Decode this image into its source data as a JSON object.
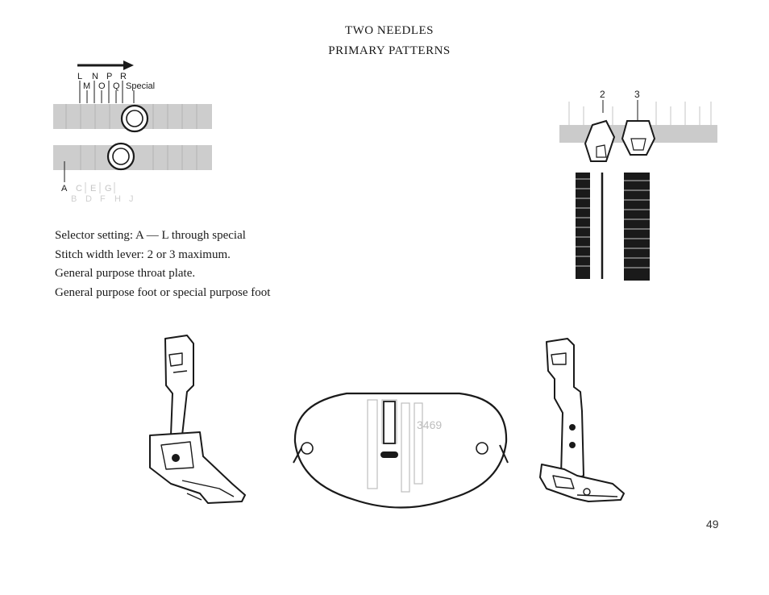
{
  "header": {
    "line1": "TWO NEEDLES",
    "line2": "PRIMARY PATTERNS"
  },
  "selector_dial": {
    "top_letters": [
      "L",
      "N",
      "P",
      "R"
    ],
    "middle_letters": [
      "M",
      "O",
      "Q"
    ],
    "special_label": "Special",
    "bottom_letters": [
      "A",
      "C",
      "E",
      "G"
    ],
    "lowest_letters": [
      "B",
      "D",
      "F",
      "H",
      "J"
    ]
  },
  "stitch_width": {
    "labels": [
      "2",
      "3"
    ]
  },
  "settings": {
    "selector": "Selector setting: A — L through special",
    "stitch_width": "Stitch width lever: 2 or 3 maximum.",
    "throat_plate": "General purpose throat plate.",
    "foot": "General purpose foot or special purpose foot"
  },
  "throat_plate": {
    "part_number": "3469"
  },
  "page": {
    "number": "49"
  },
  "colors": {
    "ink": "#1a1a1a",
    "band": "#c8c8c8",
    "faint": "#bdbdbd"
  }
}
